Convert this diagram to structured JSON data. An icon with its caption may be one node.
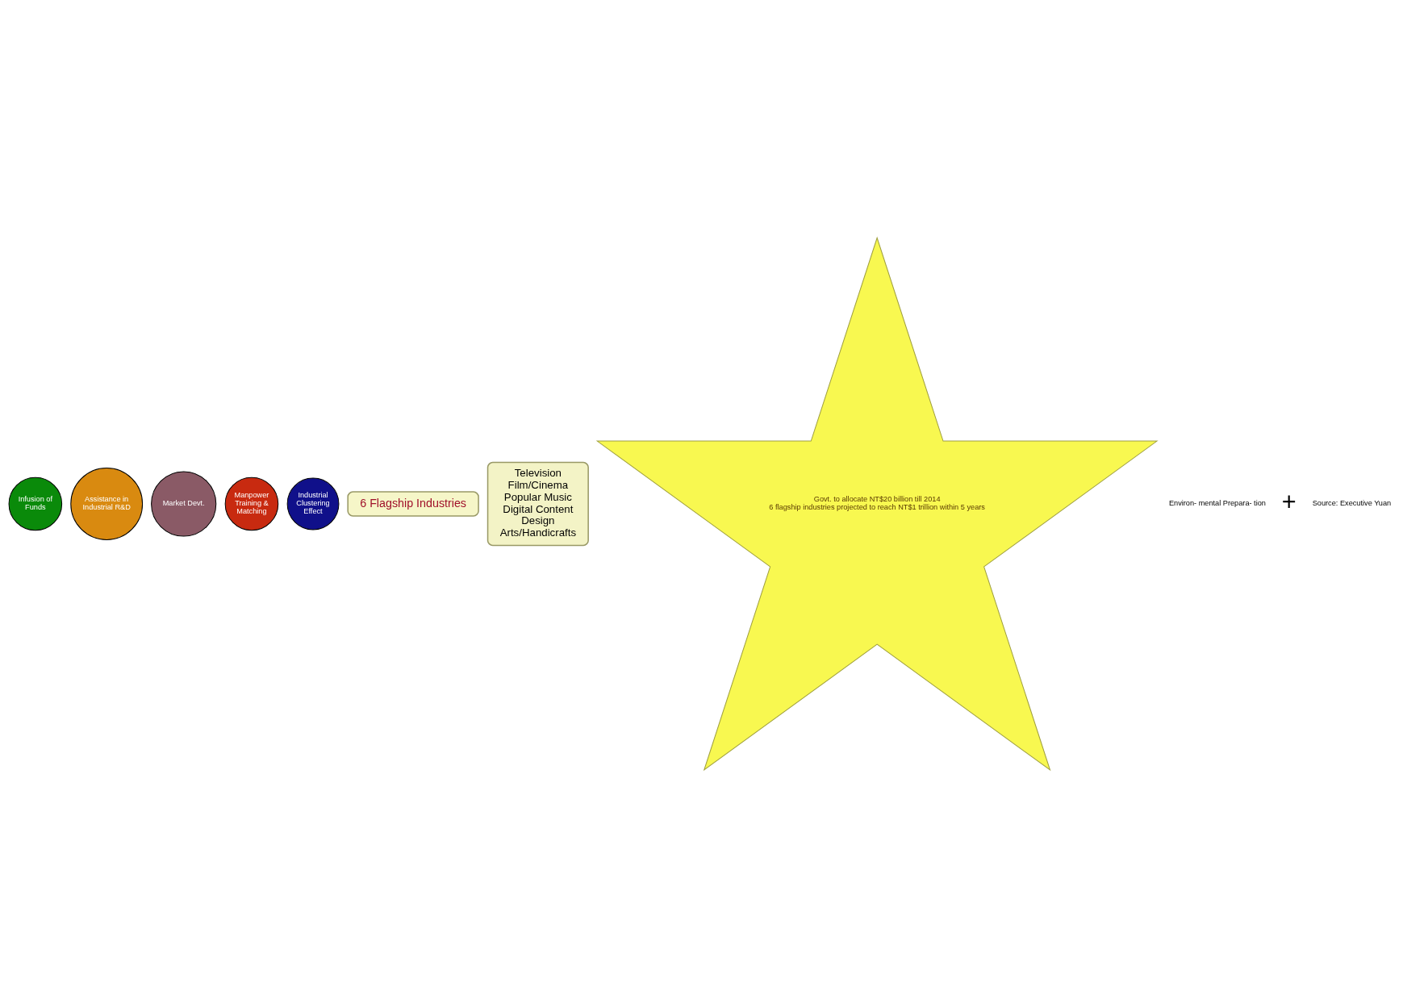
{
  "diagram": {
    "nodes": [
      {
        "text": [
          "Infusion of Funds"
        ]
      },
      {
        "text": [
          "Assistance in Industrial R&D"
        ]
      },
      {
        "text": [
          "Market Devt."
        ]
      },
      {
        "text": [
          "Manpower Training & Matching"
        ]
      },
      {
        "text": [
          "Industrial Clustering Effect"
        ]
      },
      {
        "text": [
          "6 Flagship Industries"
        ]
      },
      {
        "text": [
          "Television",
          "Film/Cinema",
          "Popular Music",
          "Digital Content",
          "Design",
          "Arts/Handicrafts"
        ]
      },
      {
        "text": [
          "Govt. to allocate NT$20 billion till 2014",
          "6 flagship industries projected to reach NT$1 trillion within 5 years"
        ]
      }
    ],
    "edges": [],
    "labels": [
      "Environ- mental Prepara- tion",
      "+",
      "Source: Executive Yuan"
    ]
  }
}
